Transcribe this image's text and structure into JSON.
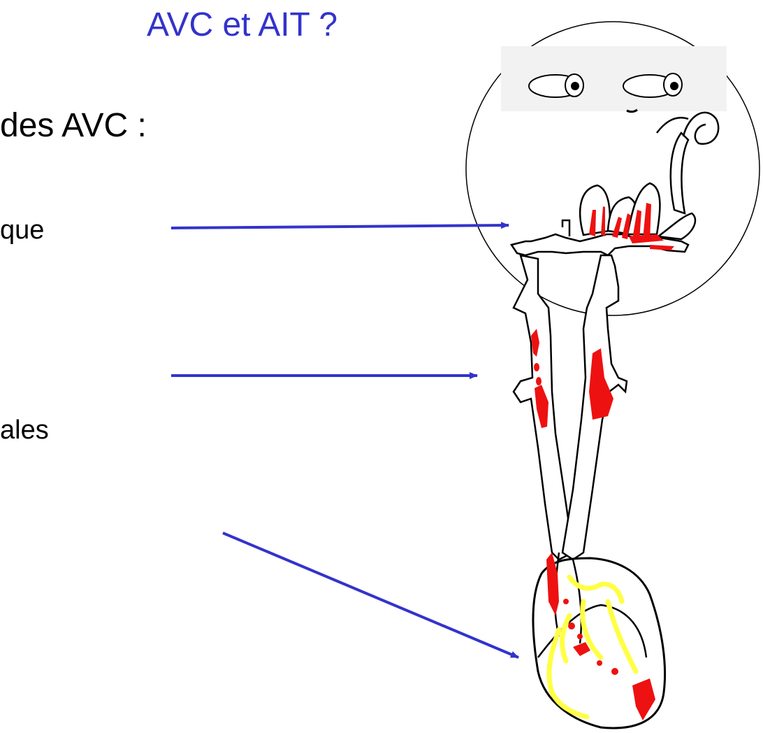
{
  "slide": {
    "title": "AVC et AIT ?",
    "subtitle": "des AVC :",
    "items": [
      "que",
      "ales"
    ]
  },
  "colors": {
    "title": "#3333cc",
    "arrows": "#3333cc",
    "plaque": "#ee1111",
    "heart_highlight": "#ffff44",
    "outline": "#000000"
  },
  "icons": [
    "eyes-icon",
    "cerebral-arteries-icon",
    "carotid-arteries-icon",
    "heart-icon"
  ]
}
